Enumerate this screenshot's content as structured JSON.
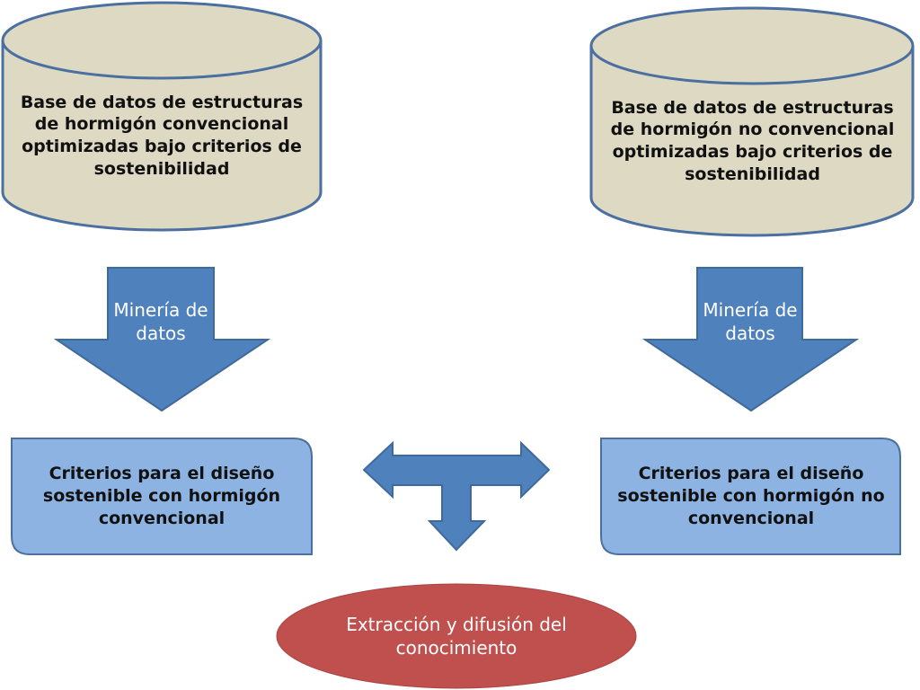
{
  "database_left": "Base de datos de estructuras de hormigón convencional optimizadas bajo criterios de sostenibilidad",
  "database_right": "Base de datos de estructuras de hormigón no convencional optimizadas bajo criterios de sostenibilidad",
  "arrow_left_label": "Minería de datos",
  "arrow_right_label": "Minería de datos",
  "criteria_left": "Criterios para el diseño sostenible con hormigón convencional",
  "criteria_right": "Criterios para el diseño sostenible con hormigón no convencional",
  "outcome": "Extracción y difusión del conocimiento",
  "colors": {
    "cylinder": "#ddd9c3",
    "outline": "#4a6fa0",
    "arrow": "#4f81bd",
    "box": "#8db3e2",
    "ellipse": "#c0504d"
  }
}
